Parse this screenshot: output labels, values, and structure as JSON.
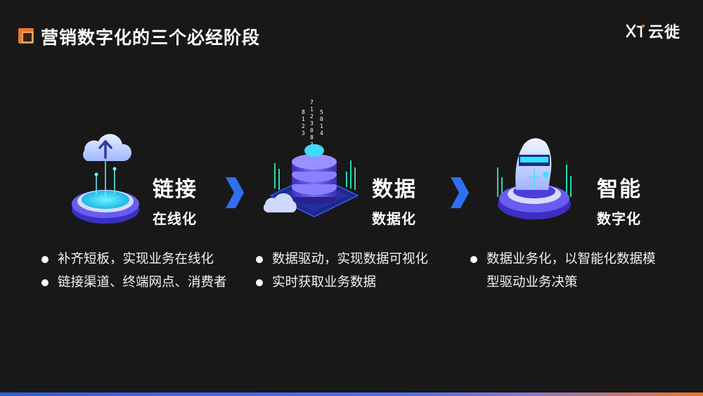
{
  "header": {
    "title": "营销数字化的三个必经阶段",
    "brand_name": "云徙"
  },
  "stages": [
    {
      "title": "链接",
      "subtitle": "在线化",
      "bullets": [
        "补齐短板，实现业务在线化",
        "链接渠道、终端网点、消费者"
      ]
    },
    {
      "title": "数据",
      "subtitle": "数据化",
      "bullets": [
        "数据驱动，实现数据可视化",
        "实时获取业务数据"
      ]
    },
    {
      "title": "智能",
      "subtitle": "数字化",
      "bullets": [
        "数据业务化，以智能化数据模",
        "型驱动业务决策"
      ]
    }
  ],
  "digits": {
    "col1": [
      "8",
      "1",
      "2",
      "3"
    ],
    "col2": [
      "7",
      "1",
      "2",
      "3",
      "0",
      "8",
      "3"
    ],
    "col3": [
      "5",
      "0",
      "1",
      "4"
    ]
  },
  "colors": {
    "background": "#181818",
    "accent_orange": "#e9772c",
    "accent_blue": "#2f5ee0",
    "cyan": "#30e6ff"
  },
  "icons": [
    "cloud-upload-icon",
    "database-icon",
    "robot-head-icon",
    "chevron-right-icon"
  ]
}
